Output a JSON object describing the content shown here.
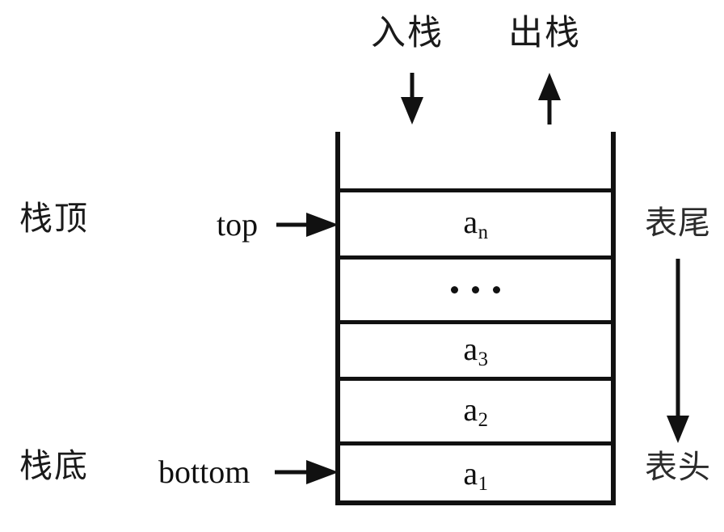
{
  "diagram": {
    "title_present": false,
    "operations": {
      "push": {
        "label": "入栈",
        "arrow": "down-arrow-icon"
      },
      "pop": {
        "label": "出栈",
        "arrow": "up-arrow-icon"
      }
    },
    "left_labels": {
      "top": "栈顶",
      "bottom": "栈底"
    },
    "pointers": {
      "top": "top",
      "bottom": "bottom"
    },
    "right_labels": {
      "tail": "表尾",
      "head": "表头",
      "arrow": "down-arrow-icon"
    },
    "stack_cells": [
      {
        "id": "empty-top",
        "base": "",
        "sub": "",
        "kind": "empty"
      },
      {
        "id": "an",
        "base": "a",
        "sub": "n",
        "kind": "element"
      },
      {
        "id": "ellipsis",
        "base": "",
        "sub": "",
        "kind": "ellipsis"
      },
      {
        "id": "a3",
        "base": "a",
        "sub": "3",
        "kind": "element"
      },
      {
        "id": "a2",
        "base": "a",
        "sub": "2",
        "kind": "element"
      },
      {
        "id": "a1",
        "base": "a",
        "sub": "1",
        "kind": "element"
      }
    ],
    "colors": {
      "stroke": "#111111",
      "background": "#ffffff",
      "text": "#1a1a1a"
    }
  }
}
